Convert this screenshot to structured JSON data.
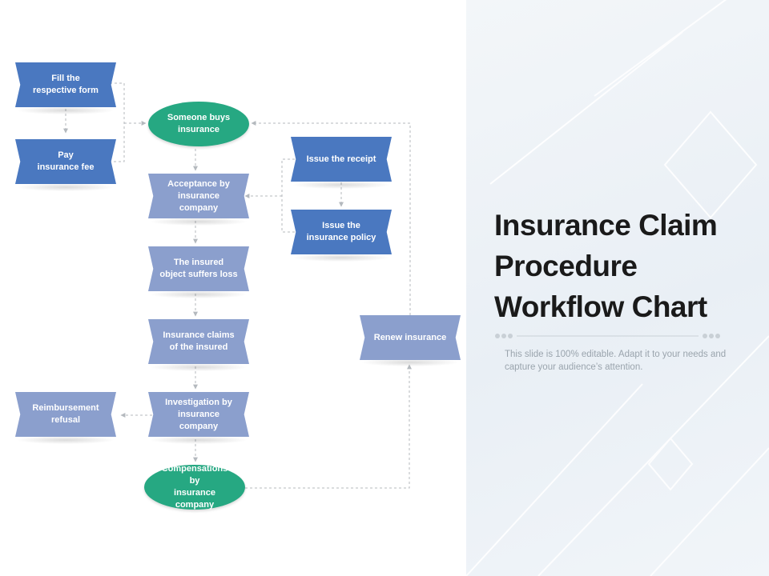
{
  "slide": {
    "title": "Insurance Claim Procedure Workflow Chart",
    "subtitle": "This slide is 100% editable. Adapt it to your needs and capture your audience’s attention."
  },
  "colors": {
    "blue": "#4a78c0",
    "lavender": "#8b9fcd",
    "green": "#26a882",
    "connector": "#b4b9be",
    "panel": "#eef2f6"
  },
  "nodes": {
    "fill_form": "Fill the\nrespective form",
    "pay_fee": "Pay\ninsurance  fee",
    "someone_buys": "Someone buys\ninsurance",
    "acceptance": "Acceptance by\ninsurance company",
    "suffers_loss": "The insured\nobject suffers loss",
    "claims": "Insurance claims\nof the insured",
    "investigation": "Investigation by\ninsurance company",
    "compensations": "Compensations by\ninsurance company",
    "reimbursement": "Reimbursement\nrefusal",
    "issue_receipt": "Issue  the receipt",
    "issue_policy": "Issue  the\ninsurance policy",
    "renew": "Renew insurance"
  }
}
